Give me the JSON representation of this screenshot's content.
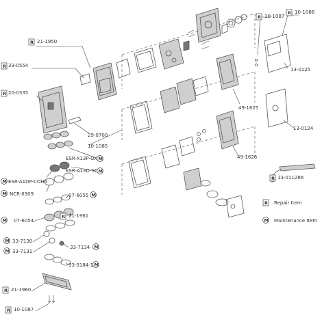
{
  "parts": {
    "p_10_1086": "10-1086",
    "p_10_1087_top": "10-1087",
    "p_21_1950": "21-1950",
    "p_33_0554": "33-0554",
    "p_20_0335": "20-0335",
    "p_13_0125": "13-0125",
    "p_49_1625": "49-1625",
    "p_13_0124": "13-0124",
    "p_29_0700": "29-0700",
    "p_10_1085": "10-1085",
    "p_49_1626": "49-1626",
    "p_13_0112RK": "13-0112RK",
    "p_esr_x13p": "ESR-X13P-OXY",
    "p_esr_a13d": "ESR-A13D-SO2",
    "p_esr_a1dp": "ESR-A1DP-COH5",
    "p_ncr_6309": "NCR-6309",
    "p_07_6055": "07-6055",
    "p_07_6054": "07-6054",
    "p_21_1961": "21-1961",
    "p_33_7130": "33-7130",
    "p_33_7131": "33-7131",
    "p_33_7134": "33-7134",
    "p_33_0184_10": "33-0184-10",
    "p_21_1960": "21-1960",
    "p_10_1087_bottom": "10-1087"
  },
  "legend": {
    "repair_symbol": "R",
    "repair_label": "Repair Item",
    "maintenance_symbol": "M",
    "maintenance_label": "Maintenance Item"
  }
}
